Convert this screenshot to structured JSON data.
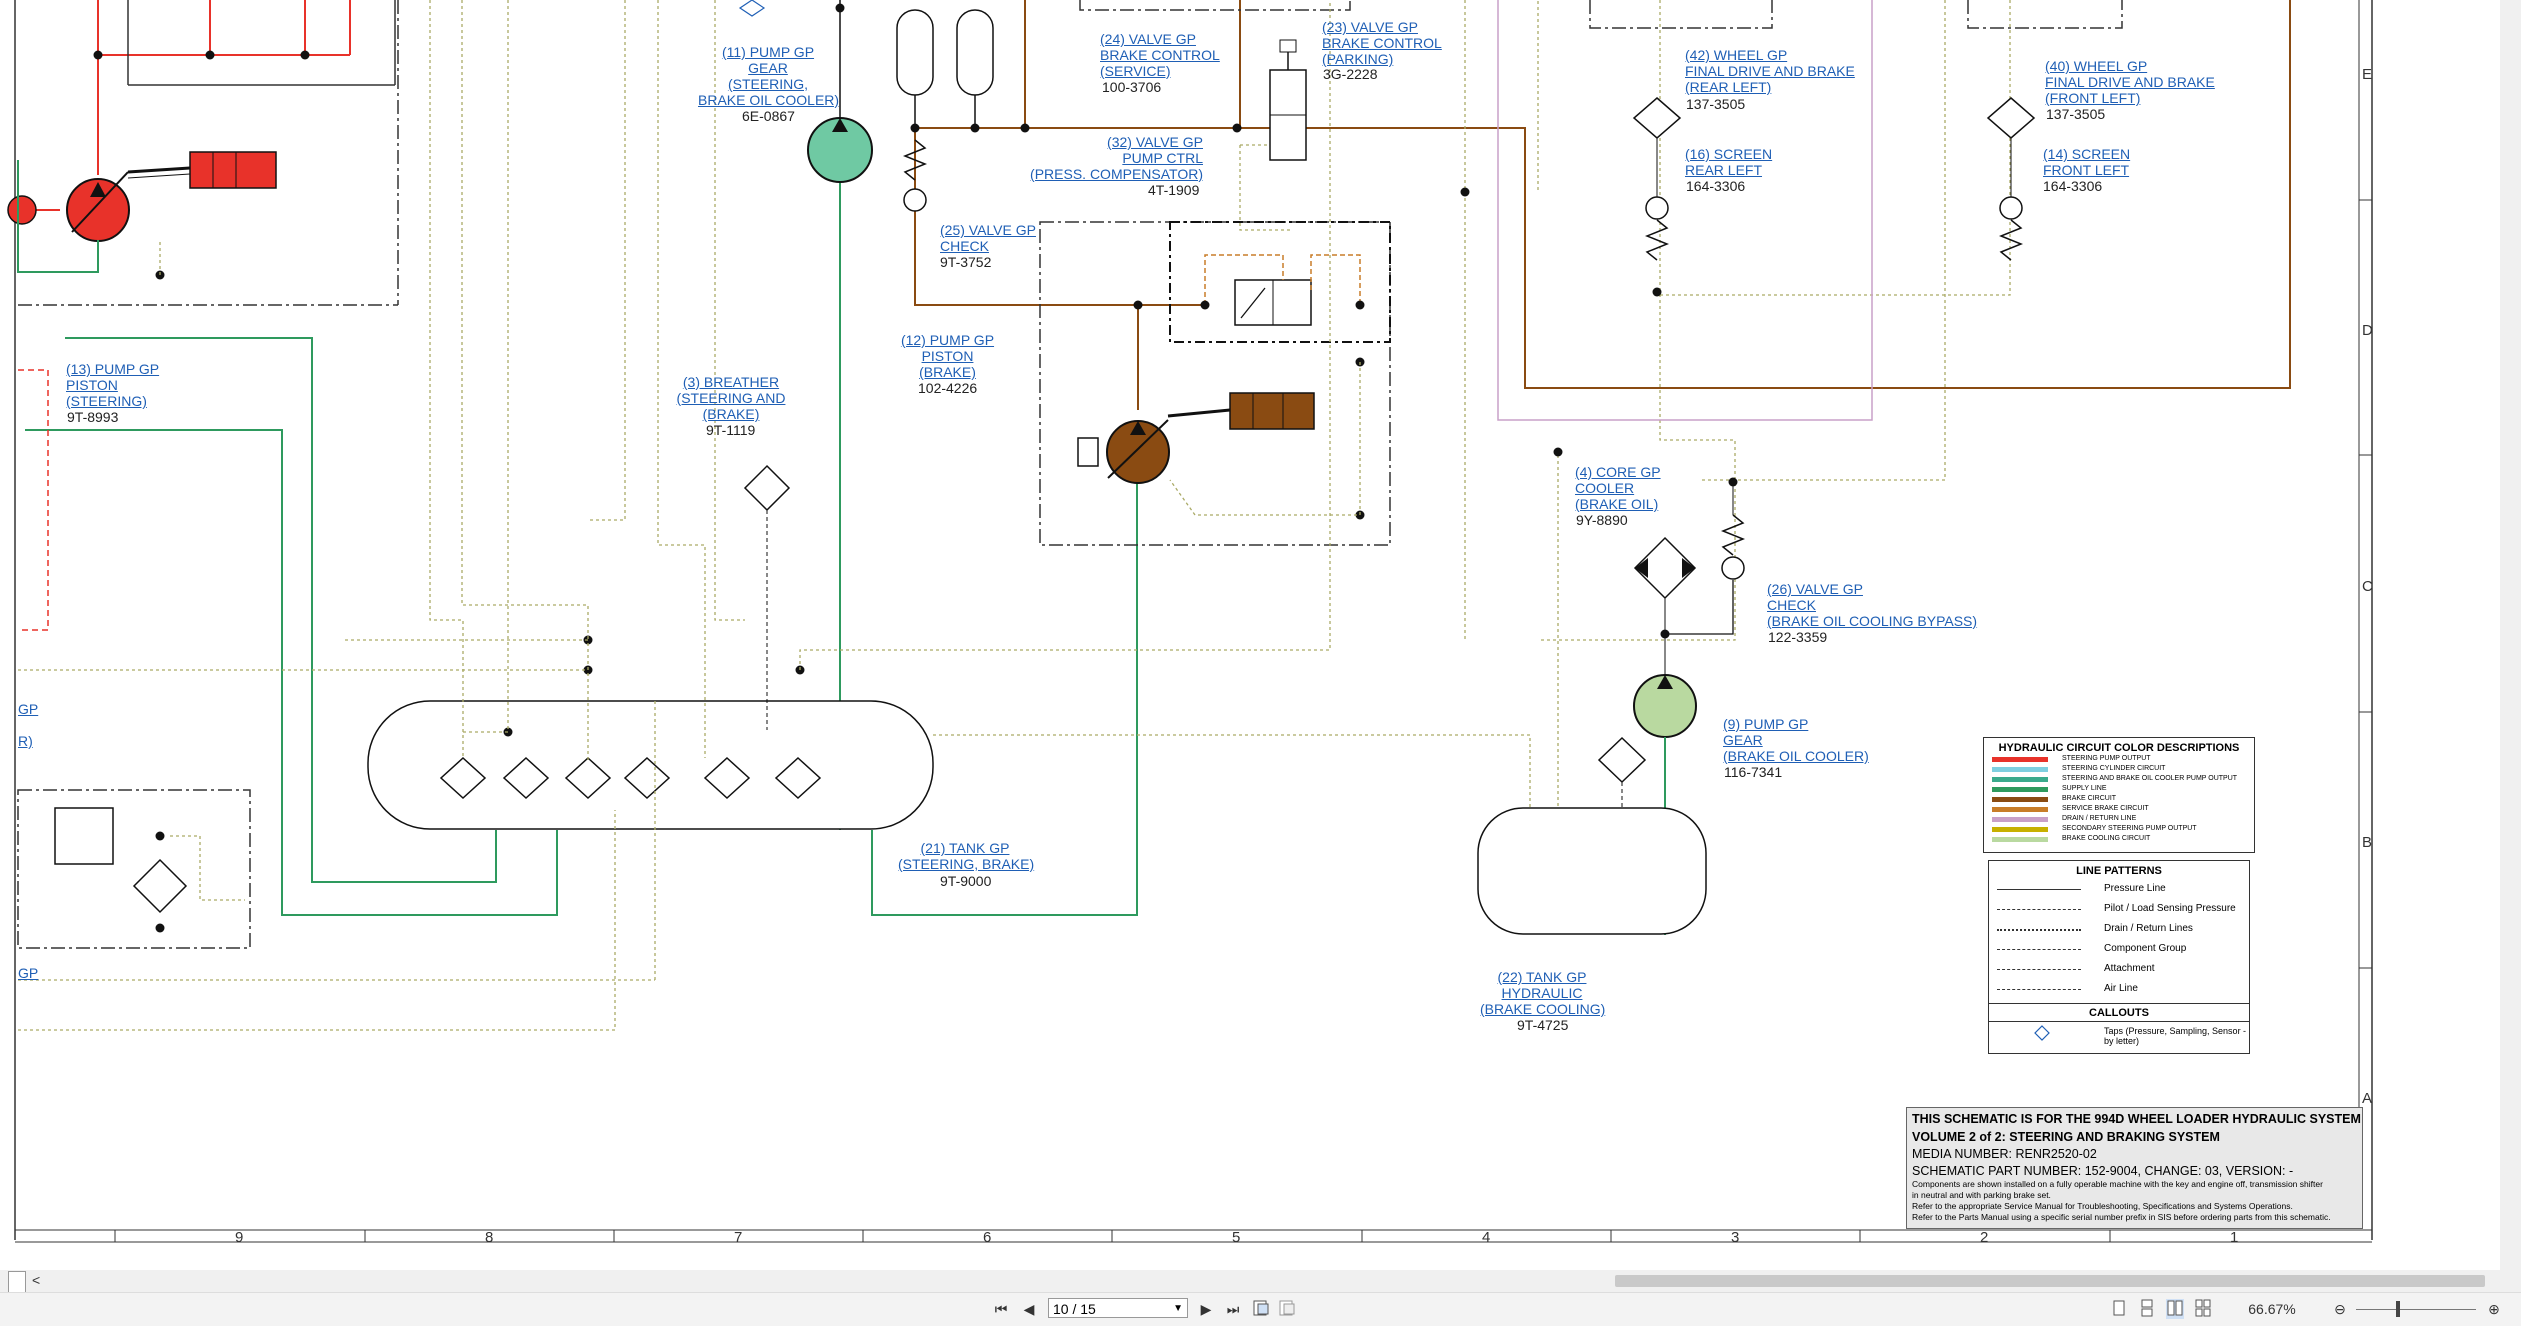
{
  "viewer": {
    "page_value": "10 / 15",
    "zoom_label": "66.67%",
    "scroll_left_arrow": "<",
    "nav_first": "⏮",
    "nav_prev": "◀",
    "nav_next": "▶",
    "nav_last": "⏭",
    "zoom_out": "⊖",
    "zoom_in": "⊕"
  },
  "grid": {
    "rows": [
      "E",
      "D",
      "C",
      "B",
      "A"
    ],
    "cols": [
      "9",
      "8",
      "7",
      "6",
      "5",
      "4",
      "3",
      "2",
      "1"
    ]
  },
  "components": [
    {
      "id": "c11",
      "label": [
        "(11) PUMP GP",
        "GEAR",
        "(STEERING,",
        "BRAKE OIL COOLER)"
      ],
      "part": "6E-0867"
    },
    {
      "id": "c24",
      "label": [
        "(24) VALVE GP",
        "BRAKE CONTROL",
        "(SERVICE)"
      ],
      "part": "100-3706"
    },
    {
      "id": "c23",
      "label": [
        "(23) VALVE GP",
        "BRAKE CONTROL",
        "(PARKING)"
      ],
      "part": "3G-2228"
    },
    {
      "id": "c42",
      "label": [
        "(42) WHEEL GP",
        "FINAL DRIVE AND BRAKE",
        "(REAR LEFT)"
      ],
      "part": "137-3505"
    },
    {
      "id": "c40",
      "label": [
        "(40) WHEEL GP",
        "FINAL DRIVE AND BRAKE",
        "(FRONT LEFT)"
      ],
      "part": "137-3505"
    },
    {
      "id": "c16",
      "label": [
        "(16) SCREEN",
        "REAR LEFT"
      ],
      "part": "164-3306"
    },
    {
      "id": "c14",
      "label": [
        "(14) SCREEN",
        "FRONT LEFT"
      ],
      "part": "164-3306"
    },
    {
      "id": "c32",
      "label": [
        "(32) VALVE GP",
        "PUMP CTRL",
        "(PRESS. COMPENSATOR)"
      ],
      "part": "4T-1909"
    },
    {
      "id": "c25",
      "label": [
        "(25) VALVE GP",
        "CHECK"
      ],
      "part": "9T-3752"
    },
    {
      "id": "c12",
      "label": [
        "(12) PUMP GP",
        "PISTON",
        "(BRAKE)"
      ],
      "part": "102-4226"
    },
    {
      "id": "c13",
      "label": [
        "(13) PUMP GP",
        "PISTON",
        "(STEERING)"
      ],
      "part": "9T-8993"
    },
    {
      "id": "c3",
      "label": [
        "(3) BREATHER",
        "(STEERING AND",
        "(BRAKE)"
      ],
      "part": "9T-1119"
    },
    {
      "id": "c4",
      "label": [
        "(4) CORE GP",
        "COOLER",
        "(BRAKE OIL)"
      ],
      "part": "9Y-8890"
    },
    {
      "id": "c26",
      "label": [
        "(26) VALVE GP",
        "CHECK",
        "(BRAKE OIL COOLING BYPASS)"
      ],
      "part": "122-3359"
    },
    {
      "id": "c9",
      "label": [
        "(9) PUMP GP",
        "GEAR",
        "(BRAKE OIL COOLER)"
      ],
      "part": "116-7341"
    },
    {
      "id": "c21",
      "label": [
        "(21) TANK GP",
        "(STEERING, BRAKE)"
      ],
      "part": "9T-9000"
    },
    {
      "id": "c22",
      "label": [
        "(22) TANK GP",
        "HYDRAULIC",
        "(BRAKE COOLING)"
      ],
      "part": "9T-4725"
    }
  ],
  "edge_labels": [
    "GP",
    "R)",
    "GP"
  ],
  "legend": {
    "title": "HYDRAULIC CIRCUIT COLOR DESCRIPTIONS",
    "items": [
      {
        "text": "STEERING PUMP OUTPUT",
        "color": "#e8322a"
      },
      {
        "text": "STEERING CYLINDER CIRCUIT",
        "color": "#7fcfe0"
      },
      {
        "text": "STEERING AND BRAKE OIL COOLER PUMP OUTPUT",
        "color": "#3aaa8c"
      },
      {
        "text": "SUPPLY LINE",
        "color": "#2e9a5e"
      },
      {
        "text": "BRAKE CIRCUIT",
        "color": "#8a4b12"
      },
      {
        "text": "SERVICE BRAKE CIRCUIT",
        "color": "#c87d28"
      },
      {
        "text": "DRAIN / RETURN LINE",
        "color": "#c9a0c8"
      },
      {
        "text": "SECONDARY STEERING PUMP OUTPUT",
        "color": "#c7b000"
      },
      {
        "text": "BRAKE COOLING CIRCUIT",
        "color": "#b9d9a0"
      }
    ]
  },
  "patterns": {
    "title": "LINE PATTERNS",
    "items": [
      {
        "text": "Pressure Line",
        "style": "solid"
      },
      {
        "text": "Pilot / Load Sensing Pressure",
        "style": "dashed"
      },
      {
        "text": "Drain / Return Lines",
        "style": "dotted"
      },
      {
        "text": "Component Group",
        "style": "dashed"
      },
      {
        "text": "Attachment",
        "style": "dashed"
      },
      {
        "text": "Air Line",
        "style": "dashed"
      }
    ],
    "callouts_title": "CALLOUTS",
    "taps_text": "Taps (Pressure, Sampling, Sensor - by letter)"
  },
  "titleblock": {
    "line1": "THIS SCHEMATIC IS FOR THE 994D WHEEL LOADER HYDRAULIC SYSTEM",
    "line2": "VOLUME 2 of 2: STEERING AND BRAKING SYSTEM",
    "line3": "MEDIA NUMBER: RENR2520-02",
    "line4": "SCHEMATIC PART NUMBER: 152-9004, CHANGE: 03, VERSION: -",
    "note1": "Components are shown installed on a fully operable machine with the key and engine off, transmission shifter",
    "note2": "in neutral and with parking brake set.",
    "note3": "Refer to the appropriate Service Manual for Troubleshooting, Specifications and Systems Operations.",
    "note4": "Refer to the Parts Manual using a specific serial number prefix in SIS before ordering parts from this schematic."
  }
}
